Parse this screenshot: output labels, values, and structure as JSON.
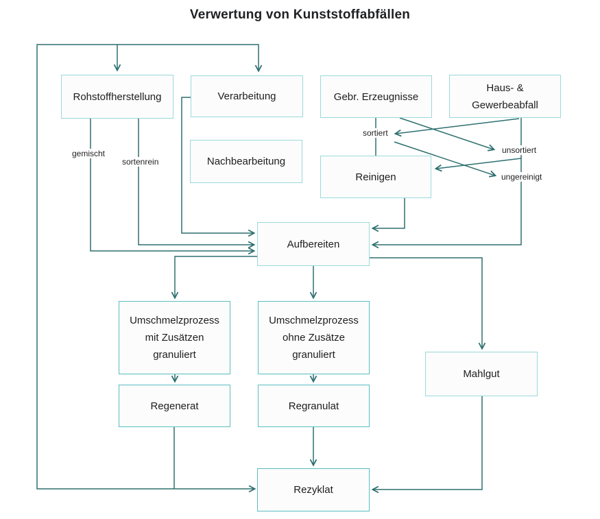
{
  "title": "Verwertung von Kunststoffabfällen",
  "nodes": {
    "rohstoffherstellung": {
      "label": "Rohstoffherstellung"
    },
    "verarbeitung": {
      "label": "Verarbeitung"
    },
    "nachbearbeitung": {
      "label": "Nachbearbeitung"
    },
    "gebr_erzeugnisse": {
      "label": "Gebr. Erzeugnisse"
    },
    "haus_gewerbeabfall": {
      "label": "Haus- & Gewerbeabfall"
    },
    "reinigen": {
      "label": "Reinigen"
    },
    "aufbereiten": {
      "label": "Aufbereiten"
    },
    "umschmelz_mit": {
      "label": "Umschmelzprozess mit Zusätzen granuliert"
    },
    "umschmelz_ohne": {
      "label": "Umschmelzprozess ohne Zusätze granuliert"
    },
    "mahlgut": {
      "label": "Mahlgut"
    },
    "regenerat": {
      "label": "Regenerat"
    },
    "regranulat": {
      "label": "Regranulat"
    },
    "rezyklat": {
      "label": "Rezyklat"
    }
  },
  "edge_labels": {
    "gemischt": "gemischt",
    "sortenrein": "sortenrein",
    "sortiert": "sortiert",
    "unsortiert": "unsortiert",
    "ungereinigt": "ungereinigt"
  },
  "edges": [
    {
      "from": "Regenerat",
      "to": "Rezyklat"
    },
    {
      "from": "Regenerat",
      "to": "Rohstoffherstellung",
      "via": "feedback loop"
    },
    {
      "from": "Regenerat",
      "to": "Verarbeitung",
      "via": "feedback loop"
    },
    {
      "from": "Rohstoffherstellung",
      "to": "Aufbereiten",
      "label": "gemischt"
    },
    {
      "from": "Rohstoffherstellung",
      "to": "Aufbereiten",
      "label": "sortenrein"
    },
    {
      "from": "Verarbeitung",
      "to": "Aufbereiten"
    },
    {
      "from": "Gebr. Erzeugnisse",
      "to": "Reinigen",
      "label": "sortiert"
    },
    {
      "from": "Gebr. Erzeugnisse",
      "to": "unsortiert"
    },
    {
      "from": "Haus- & Gewerbeabfall",
      "to": "sortiert"
    },
    {
      "from": "sortiert",
      "to": "ungereinigt"
    },
    {
      "from": "Haus- & Gewerbeabfall",
      "to": "Reinigen"
    },
    {
      "from": "Haus- & Gewerbeabfall",
      "to": "Aufbereiten",
      "label": "unsortiert / ungereinigt"
    },
    {
      "from": "Reinigen",
      "to": "Aufbereiten"
    },
    {
      "from": "Aufbereiten",
      "to": "Umschmelzprozess mit Zusätzen granuliert"
    },
    {
      "from": "Aufbereiten",
      "to": "Umschmelzprozess ohne Zusätze granuliert"
    },
    {
      "from": "Aufbereiten",
      "to": "Mahlgut"
    },
    {
      "from": "Umschmelzprozess mit Zusätzen granuliert",
      "to": "Regenerat"
    },
    {
      "from": "Umschmelzprozess ohne Zusätze granuliert",
      "to": "Regranulat"
    },
    {
      "from": "Regranulat",
      "to": "Rezyklat"
    },
    {
      "from": "Mahlgut",
      "to": "Rezyklat"
    }
  ],
  "colors": {
    "connector": "#2e6f6f",
    "box_border_light": "#9cd8da",
    "box_border_teal": "#58bdbf",
    "box_fill": "#fcfcfc",
    "text": "#1d1d1d",
    "title_text": "#1f2023"
  }
}
